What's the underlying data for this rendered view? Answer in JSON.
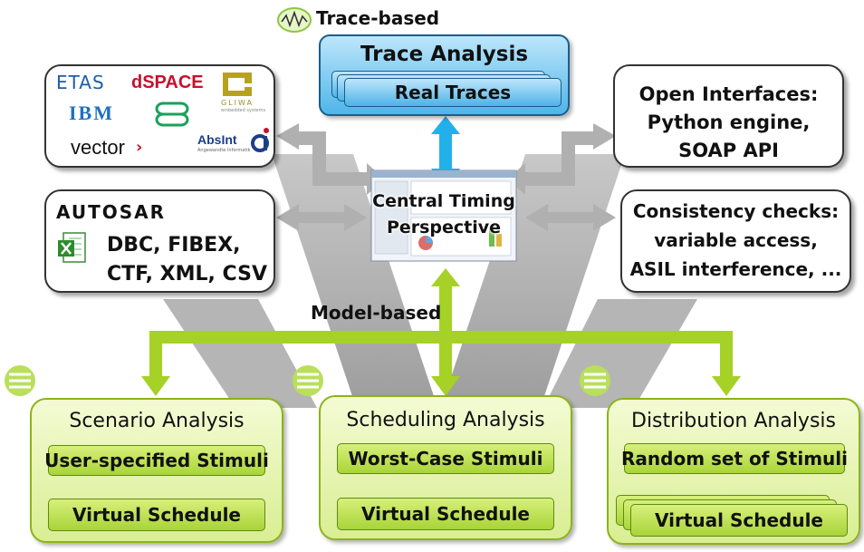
{
  "top": {
    "label": "Trace-based"
  },
  "trace": {
    "title": "Trace Analysis",
    "sub": "Real Traces"
  },
  "center": {
    "line1": "Central Timing",
    "line2": "Perspective"
  },
  "model": {
    "label": "Model-based"
  },
  "vendors": {
    "etas": "ETAS",
    "dspace": "dSPACE",
    "gliwa": "GLIWA",
    "gliwa_sub": "embedded systems",
    "ibm": "IBM",
    "vector": "vector",
    "absint": "AbsInt",
    "absint_sub": "Angewandte Informatik"
  },
  "formats": {
    "autosar": "AUTOSAR",
    "line1": "DBC, FIBEX,",
    "line2": "CTF, XML, CSV"
  },
  "interfaces": {
    "line1": "Open Interfaces:",
    "line2": "Python engine,",
    "line3": "SOAP API"
  },
  "consistency": {
    "line1": "Consistency checks:",
    "line2": "variable access,",
    "line3": "ASIL interference, ..."
  },
  "scenario": {
    "title": "Scenario Analysis",
    "stimuli": "User-specified Stimuli",
    "schedule": "Virtual Schedule"
  },
  "scheduling": {
    "title": "Scheduling Analysis",
    "stimuli": "Worst-Case Stimuli",
    "schedule": "Virtual Schedule"
  },
  "distribution": {
    "title": "Distribution Analysis",
    "stimuli": "Random set of Stimuli",
    "schedule": "Virtual Schedule"
  },
  "colors": {
    "green": "#a6d126",
    "blue": "#33b4ea",
    "gray": "#b8b8b8"
  }
}
